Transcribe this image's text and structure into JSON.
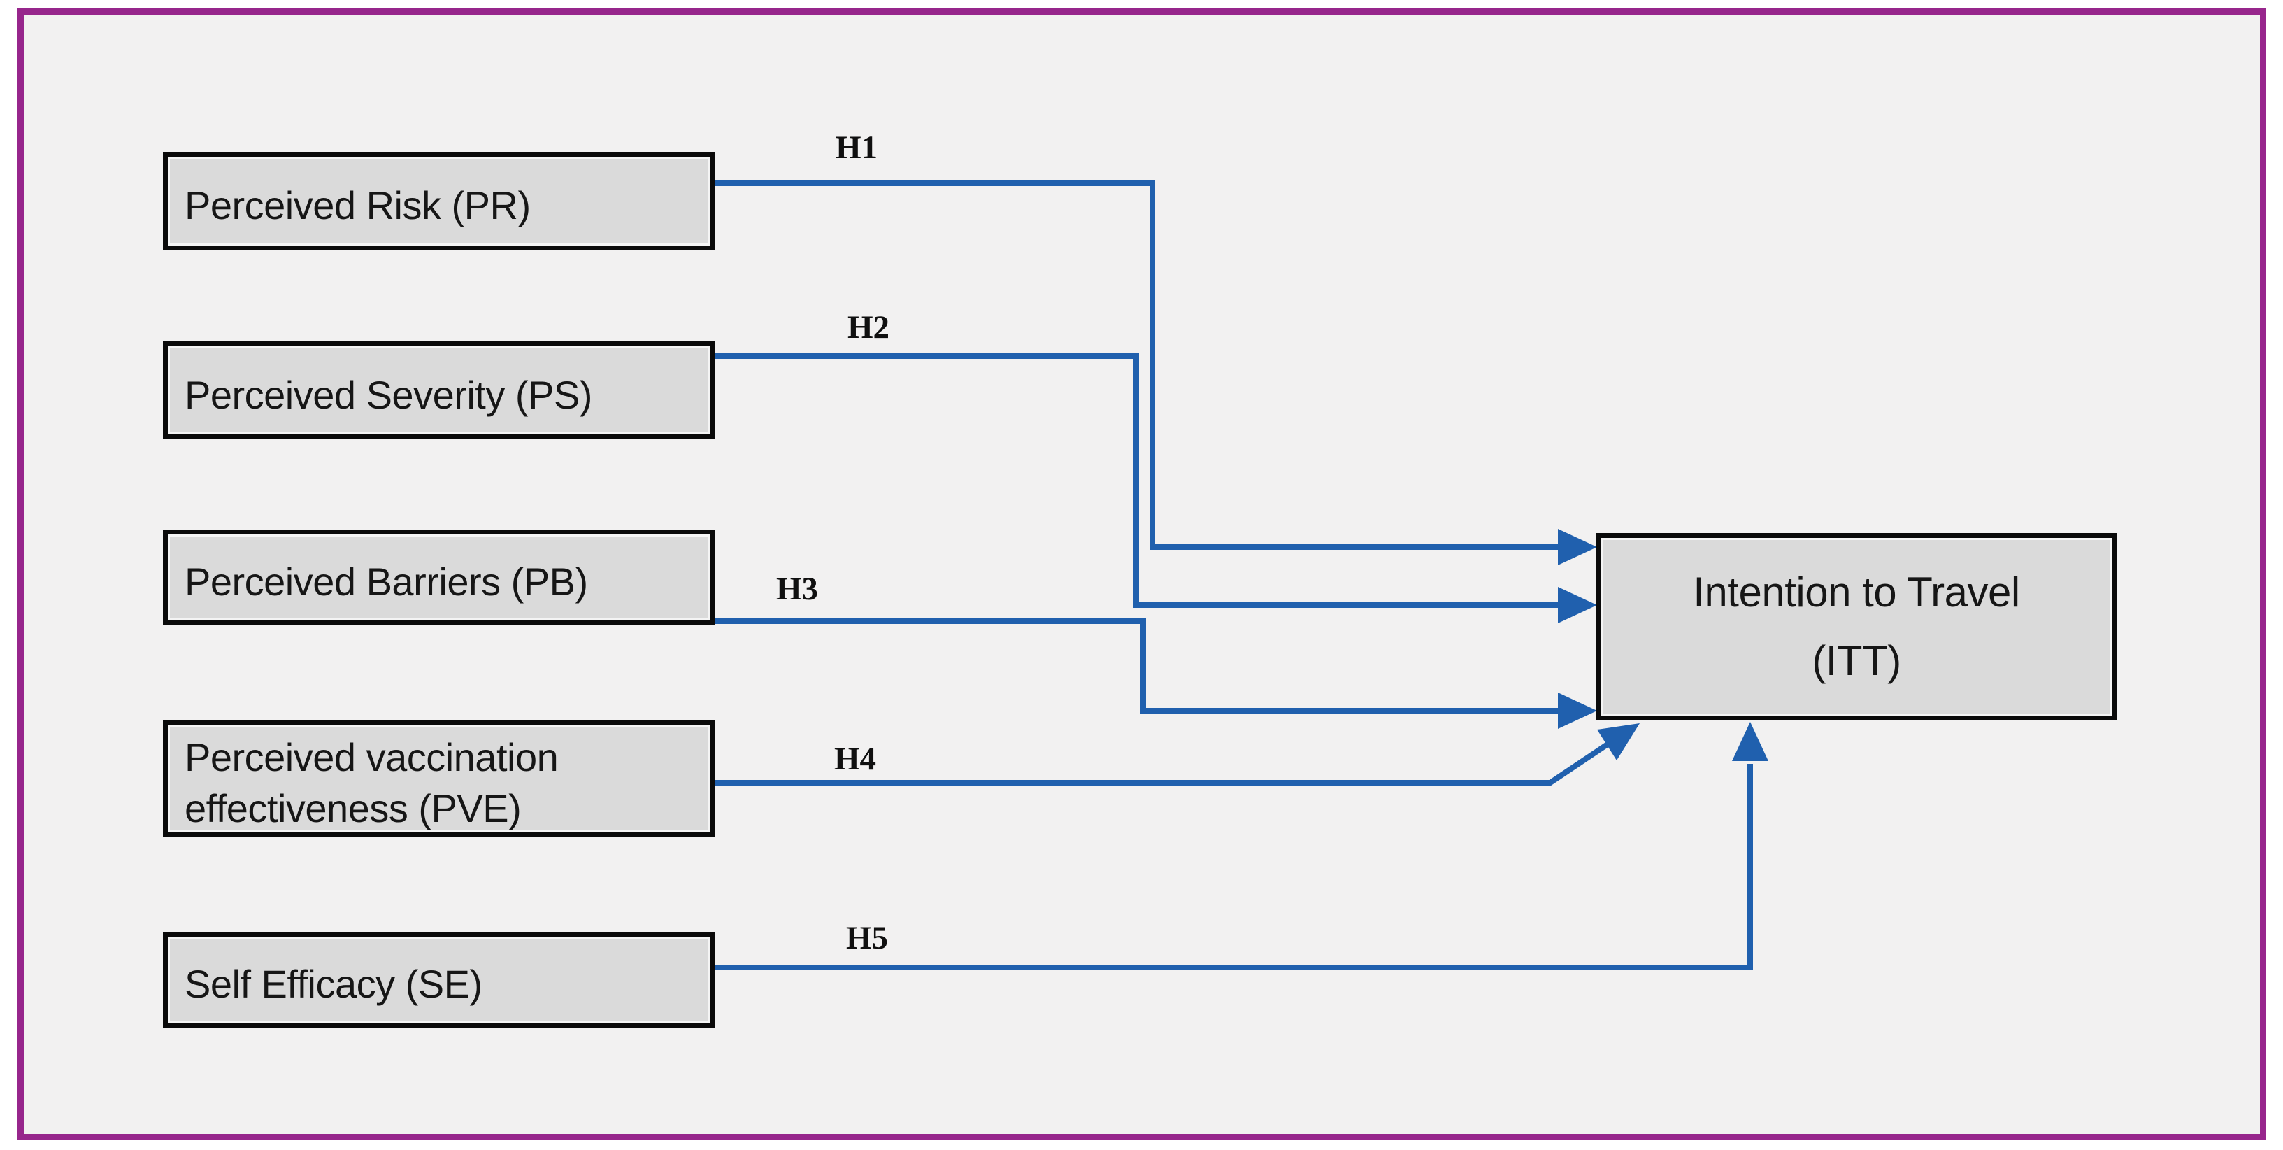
{
  "colors": {
    "connector_blue": "#2060ae",
    "frame_purple": "#97268c",
    "box_fill": "#dadada",
    "box_border": "#0a0a0a",
    "canvas_bg": "#f2f1f1"
  },
  "nodes": {
    "pr": {
      "label": "Perceived Risk (PR)"
    },
    "ps": {
      "label": "Perceived Severity (PS)"
    },
    "pb": {
      "label": "Perceived Barriers (PB)"
    },
    "pve": {
      "label": "Perceived vaccination effectiveness (PVE)"
    },
    "se": {
      "label": "Self Efficacy (SE)"
    },
    "itt": {
      "label_line1": "Intention to Travel",
      "label_line2": "(ITT)"
    }
  },
  "hypotheses": {
    "h1": "H1",
    "h2": "H2",
    "h3": "H3",
    "h4": "H4",
    "h5": "H5"
  }
}
